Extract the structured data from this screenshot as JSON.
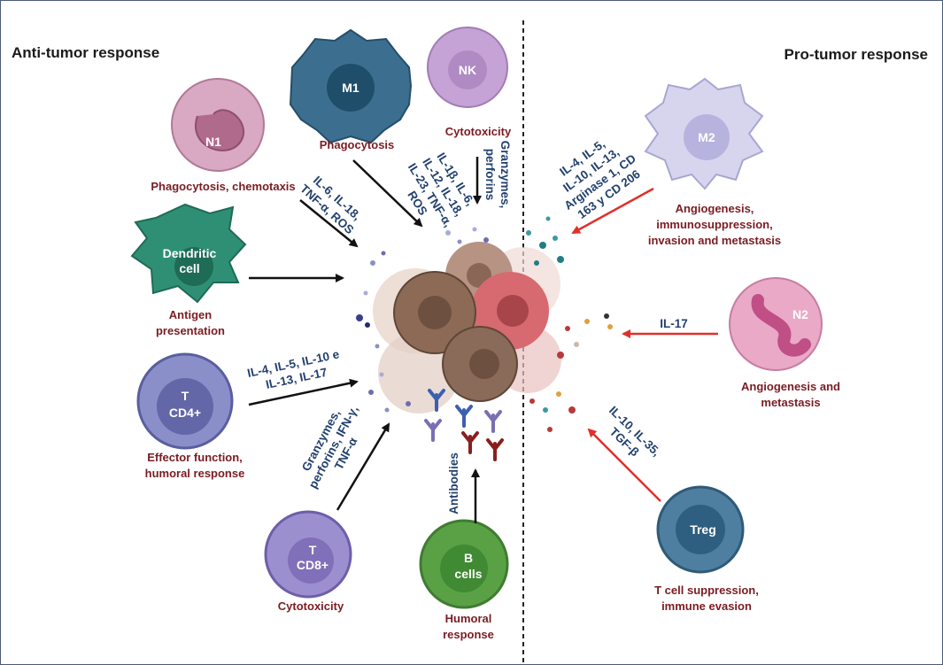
{
  "headings": {
    "anti": "Anti-tumor response",
    "pro": "Pro-tumor response"
  },
  "cells": {
    "m1": "M1",
    "nk": "NK",
    "n1": "N1",
    "dendritic": [
      "Dendritic",
      "cell"
    ],
    "tcd4": [
      "T",
      "CD4+"
    ],
    "tcd8": [
      "T",
      "CD8+"
    ],
    "b": [
      "B",
      "cells"
    ],
    "m2": "M2",
    "n2": "N2",
    "treg": "Treg"
  },
  "captions": {
    "m1": "Phagocytosis",
    "nk": "Cytotoxicity",
    "n1": "Phagocytosis, chemotaxis",
    "dendritic": [
      "Antigen",
      "presentation"
    ],
    "tcd4": [
      "Effector function,",
      "humoral response"
    ],
    "tcd8": "Cytotoxicity",
    "b": [
      "Humoral",
      "response"
    ],
    "m2": [
      "Angiogenesis,",
      "immunosuppression,",
      "invasion and metastasis"
    ],
    "n2": [
      "Angiogenesis and",
      "metastasis"
    ],
    "treg": [
      "T cell suppression,",
      "immune evasion"
    ]
  },
  "mediators": {
    "m1": [
      "IL-1β, IL-6,",
      "IL-12, IL-18,",
      "IL-23, TNF-α,",
      "ROS"
    ],
    "nk": [
      "Granzymes,",
      "perforins"
    ],
    "n1": [
      "IL-6, IL-18,",
      "TNF-α, ROS"
    ],
    "tcd4": [
      "IL-4, IL-5, IL-10 e",
      "IL-13, IL-17"
    ],
    "tcd8": [
      "Granzymes,",
      "perforins, IFN-γ,",
      "TNF-α"
    ],
    "b": "Antibodies",
    "m2": [
      "IL-4, IL-5,",
      "IL-10, IL-13,",
      "Arginase 1, CD",
      "163 y CD 206"
    ],
    "n2": "IL-17",
    "treg": [
      "IL-10, IL-35,",
      "TGF-β"
    ]
  },
  "colors": {
    "anti_arrow": "#111111",
    "pro_arrow": "#e0302a",
    "caption_text": "#7a1c22",
    "mediator_text": "#22406e"
  }
}
